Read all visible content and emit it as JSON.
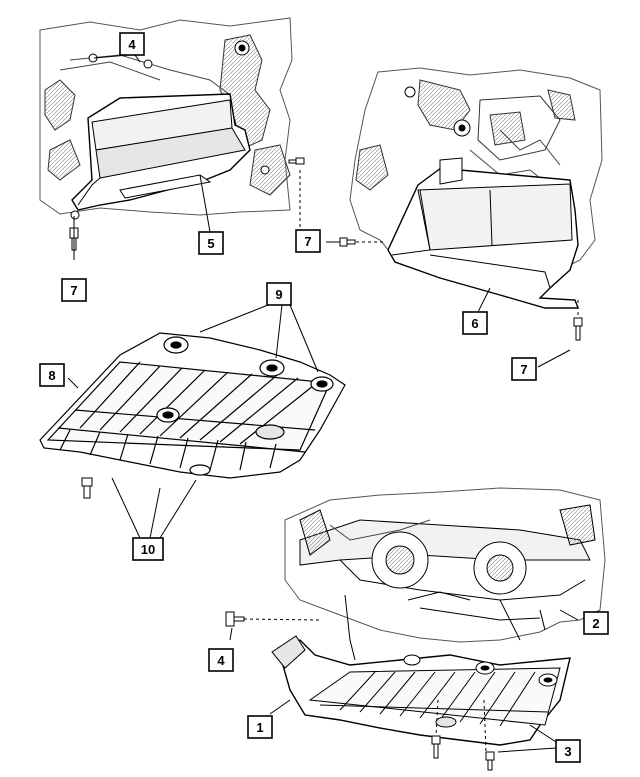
{
  "callouts": {
    "c1": "1",
    "c2": "2",
    "c3": "3",
    "c4_top": "4",
    "c4_bottom": "4",
    "c5": "5",
    "c6": "6",
    "c7_left": "7",
    "c7_mid": "7",
    "c7_right": "7",
    "c8": "8",
    "c9": "9",
    "c10": "10"
  },
  "colors": {
    "line": "#000000",
    "background": "#ffffff",
    "shade": "#d9d9d9"
  }
}
